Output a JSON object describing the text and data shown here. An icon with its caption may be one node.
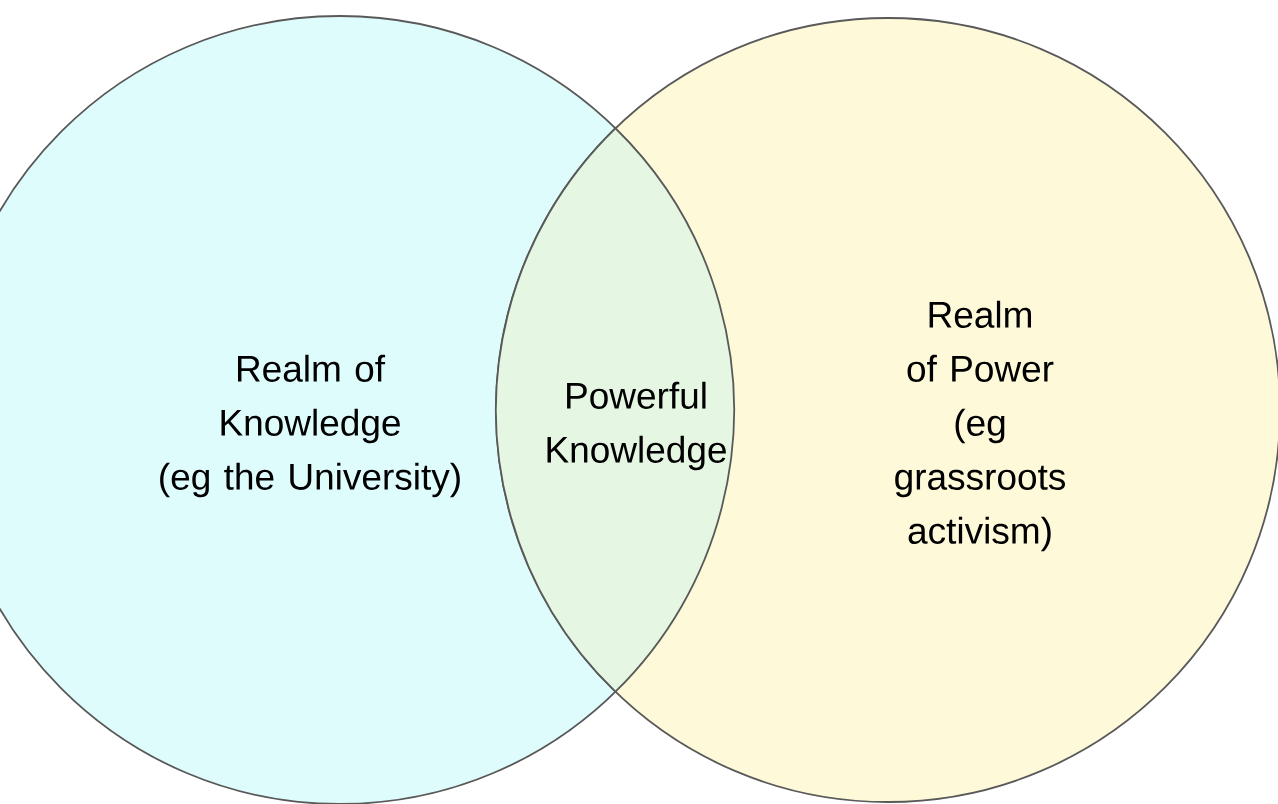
{
  "diagram": {
    "nodes": [
      {
        "text": [
          "Realm of Knowledge",
          "(eg the University)"
        ]
      },
      {
        "text": [
          "Realm of Power",
          "(eg grassroots activism)"
        ]
      },
      {
        "text": [
          "Powerful Knowledge"
        ]
      }
    ]
  }
}
